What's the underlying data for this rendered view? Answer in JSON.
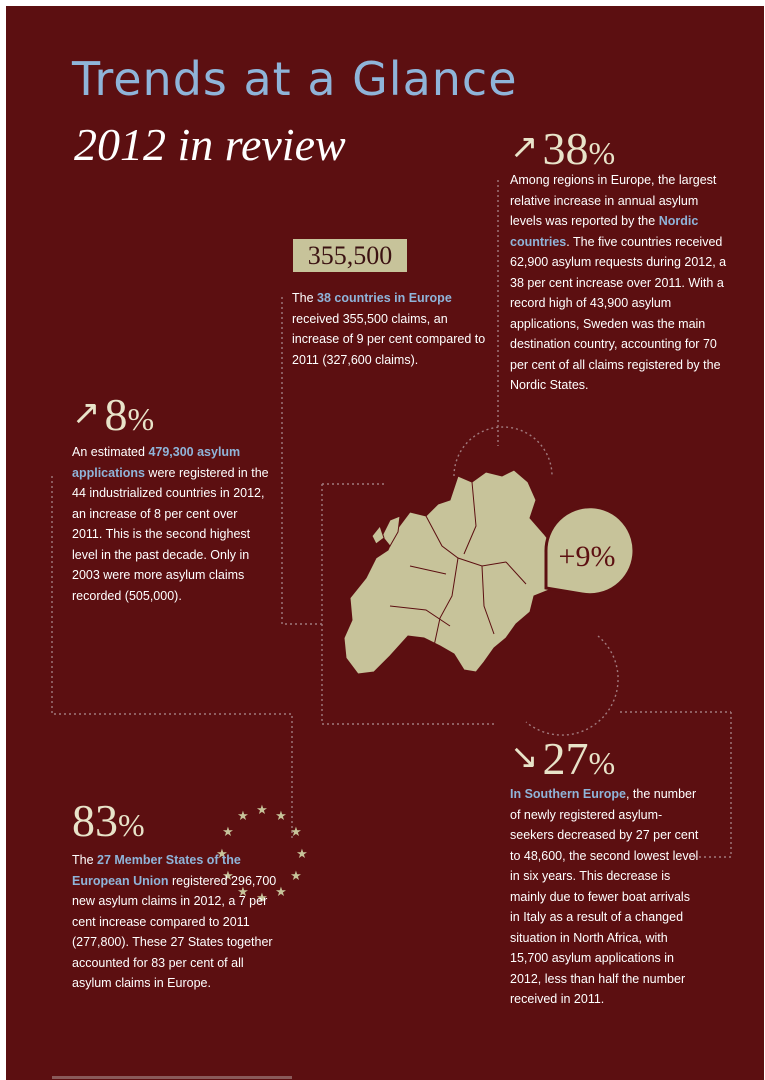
{
  "header": {
    "title": "Trends at a Glance",
    "subtitle": "2012 in review"
  },
  "colors": {
    "background": "#5c0f11",
    "accent_blue": "#8fb4d9",
    "beige": "#c7c39a",
    "text": "#ffffff"
  },
  "nordic": {
    "arrow": "↗",
    "value": "38",
    "unit": "%",
    "p1": "Among regions in Europe, the largest relative increase in annual asylum levels was reported by the ",
    "highlight": "Nordic countries",
    "p2": ". The five countries received 62,900 asylum requests during 2012, a 38 per cent increase over 2011. With a record high of 43,900 asylum applications, Sweden was the main destination country, accounting for 70 per cent of all claims registered by the Nordic States."
  },
  "europe": {
    "value": "355,500",
    "p1": "The ",
    "highlight": "38 countries in Europe",
    "p2": " received 355,500 claims, an increase of 9 per cent compared to 2011 (327,600 claims)."
  },
  "industrialized": {
    "arrow": "↗",
    "value": "8",
    "unit": "%",
    "p1": "An estimated ",
    "highlight": "479,300 asylum applications",
    "p2": " were registered in the 44 industrialized countries in 2012, an increase of 8 per cent over 2011. This is the second highest level in the past decade. Only in 2003 were more asylum claims recorded (505,000)."
  },
  "map": {
    "badge": "+9%"
  },
  "southern": {
    "arrow": "↘",
    "value": "27",
    "unit": "%",
    "p1": "",
    "highlight": "In Southern Europe",
    "p2": ", the number of newly registered asylum-seekers decreased by 27 per cent to 48,600, the second lowest level in six years. This decrease is mainly due to fewer boat arrivals in Italy as a result of a changed situation in North Africa, with 15,700 asylum applications in 2012, less than half the number received in 2011."
  },
  "eu": {
    "value": "83",
    "unit": "%",
    "p1": "The ",
    "highlight": "27 Member States of the European Union",
    "p2": " registered 296,700 new asylum claims in 2012, a 7 per cent increase compared to 2011 (277,800). These 27 States together accounted for 83 per cent of all asylum claims in Europe."
  }
}
